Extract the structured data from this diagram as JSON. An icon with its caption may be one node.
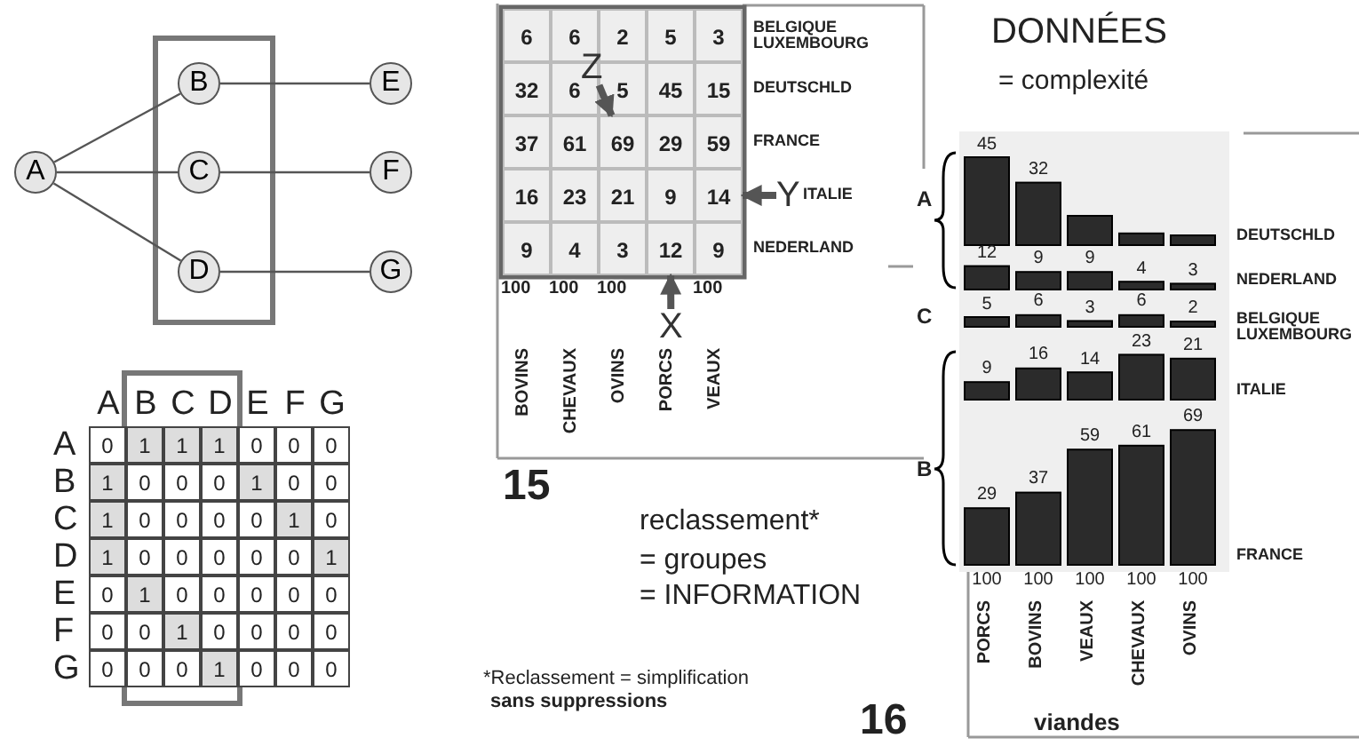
{
  "diagram": {
    "nodes": [
      {
        "text": [
          "A"
        ]
      },
      {
        "text": [],
        "shape": "box"
      },
      {
        "text": [
          "B"
        ],
        "in": 1
      },
      {
        "text": [
          "C"
        ],
        "in": 1
      },
      {
        "text": [
          "D"
        ],
        "in": 1
      },
      {
        "text": [
          "E"
        ]
      },
      {
        "text": [
          "F"
        ]
      },
      {
        "text": [
          "G"
        ]
      },
      {
        "text": [
          "Z"
        ]
      },
      {
        "text": [
          "Y"
        ]
      },
      {
        "text": [
          "X"
        ]
      },
      {
        "text": [
          "69"
        ]
      },
      {
        "text": [
          "14"
        ]
      },
      {
        "text": [
          "12"
        ]
      }
    ],
    "edges": [
      {
        "from": 0,
        "to": 2,
        "arrow": "none"
      },
      {
        "from": 0,
        "to": 3,
        "arrow": "none"
      },
      {
        "from": 0,
        "to": 4,
        "arrow": "none"
      },
      {
        "from": 2,
        "to": 5,
        "arrow": "none"
      },
      {
        "from": 3,
        "to": 6,
        "arrow": "none"
      },
      {
        "from": 4,
        "to": 7,
        "arrow": "none"
      },
      {
        "from": 8,
        "to": 11,
        "arrow": "to",
        "style": "thick"
      },
      {
        "from": 9,
        "to": 12,
        "arrow": "to",
        "style": "thick"
      },
      {
        "from": 10,
        "to": 13,
        "arrow": "to",
        "style": "thick"
      }
    ],
    "labels": [
      "A",
      "B",
      "C",
      "D",
      "E",
      "F",
      "G",
      "A",
      "0",
      "1",
      "1",
      "1",
      "0",
      "0",
      "0",
      "B",
      "1",
      "0",
      "0",
      "0",
      "1",
      "0",
      "0",
      "C",
      "1",
      "0",
      "0",
      "0",
      "0",
      "1",
      "0",
      "D",
      "1",
      "0",
      "0",
      "0",
      "0",
      "0",
      "1",
      "E",
      "0",
      "1",
      "0",
      "0",
      "0",
      "0",
      "0",
      "F",
      "0",
      "0",
      "1",
      "0",
      "0",
      "0",
      "0",
      "G",
      "0",
      "0",
      "0",
      "1",
      "0",
      "0",
      "0",
      "6",
      "6",
      "2",
      "5",
      "3",
      "BELGIQUE LUXEMBOURG",
      "32",
      "6",
      "5",
      "45",
      "15",
      "DEUTSCHLD",
      "37",
      "61",
      "29",
      "59",
      "FRANCE",
      "16",
      "23",
      "21",
      "9",
      "ITALIE",
      "9",
      "4",
      "3",
      "9",
      "NEDERLAND",
      "100",
      "100",
      "100",
      "100",
      "BOVINS",
      "CHEVAUX",
      "OVINS",
      "PORCS",
      "VEAUX",
      "15",
      "reclassement*",
      "= groupes",
      "= INFORMATION",
      "*Reclassement = simplification",
      "sans suppressions",
      "DONNÉES",
      "= complexité",
      "A",
      "45",
      "32",
      "DEUTSCHLD",
      "12",
      "9",
      "9",
      "4",
      "3",
      "NEDERLAND",
      "C",
      "5",
      "6",
      "3",
      "6",
      "2",
      "BELGIQUE LUXEMBOURG",
      "B",
      "9",
      "16",
      "14",
      "23",
      "21",
      "ITALIE",
      "29",
      "37",
      "59",
      "61",
      "69",
      "FRANCE",
      "100",
      "100",
      "100",
      "100",
      "100",
      "PORCS",
      "BOVINS",
      "VEAUX",
      "CHEVAUX",
      "OVINS",
      "viandes",
      "16"
    ]
  }
}
